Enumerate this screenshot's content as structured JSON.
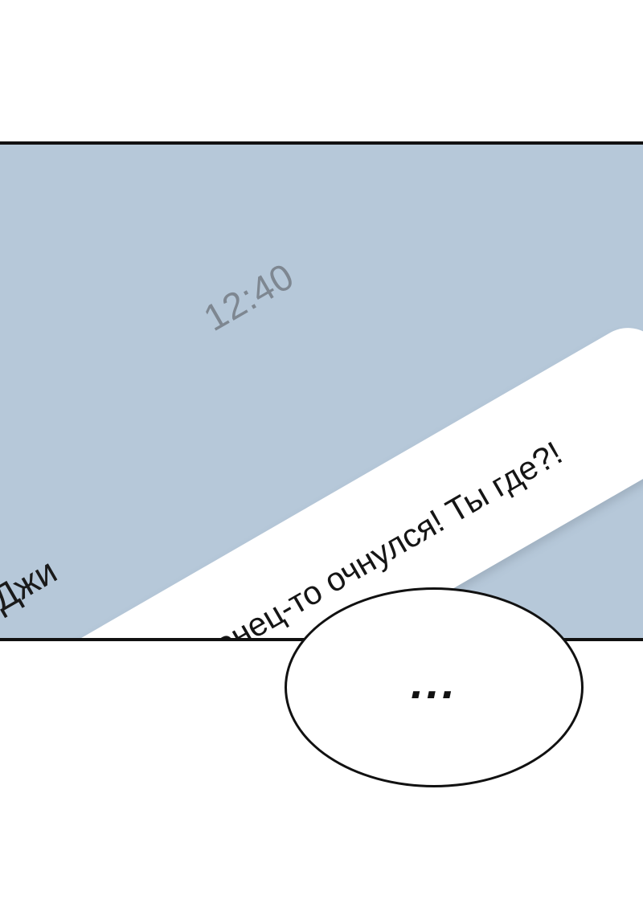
{
  "notification": {
    "time": "12:40",
    "sender": "Джи",
    "message": "Хаджун наконец-то очнулся! Ты где?!"
  },
  "speech_bubble": {
    "text": "..."
  },
  "colors": {
    "panel_background": "#b6c8d9",
    "bubble_background": "#ffffff",
    "ink": "#111111"
  }
}
